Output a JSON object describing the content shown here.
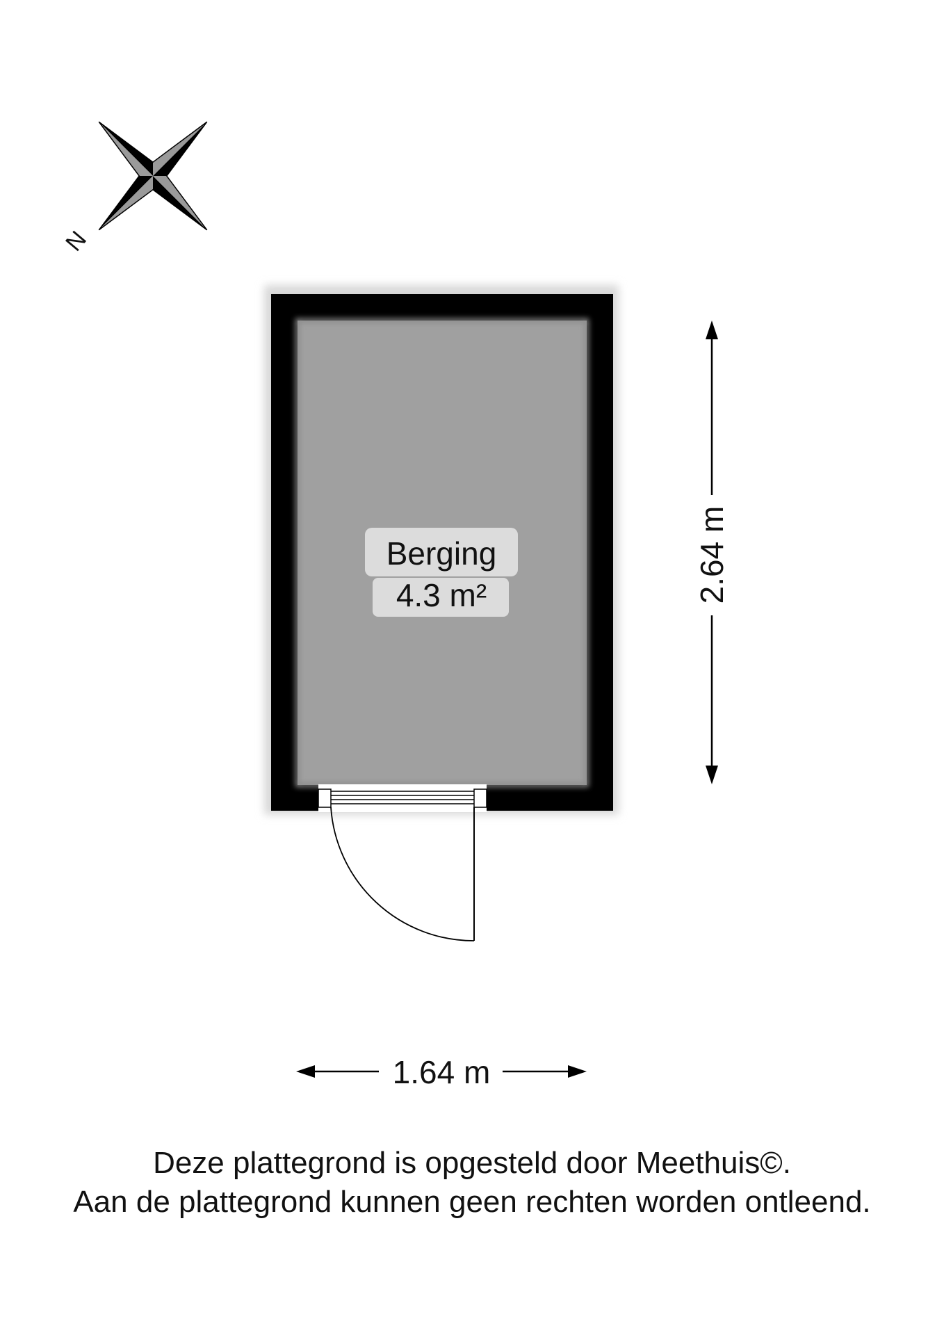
{
  "compass": {
    "north_label": "N",
    "icon": "compass-rose-icon"
  },
  "room": {
    "name": "Berging",
    "area": "4.3 m²"
  },
  "dimensions": {
    "height": "2.64 m",
    "width": "1.64 m"
  },
  "footer": {
    "line1": "Deze plattegrond is opgesteld door Meethuis©.",
    "line2": "Aan de plattegrond kunnen geen rechten worden ontleend."
  },
  "colors": {
    "wall": "#000000",
    "floor": "#a0a0a0",
    "label_bg": "#dcdcdc"
  }
}
